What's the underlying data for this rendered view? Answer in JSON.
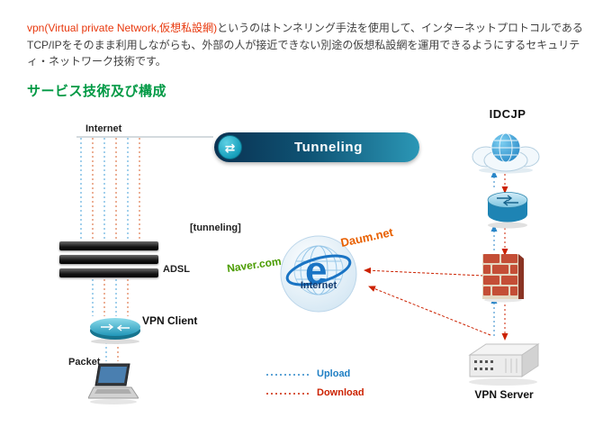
{
  "intro": {
    "highlight": "vpn(Virtual private Network,仮想私設網)",
    "body": "というのはトンネリング手法を使用して、インターネットプロトコルであるTCP/IPをそのまま利用しながらも、外部の人が接近できない別途の仮想私設網を運用できるようにするセキュリティ・ネットワーク技術です。"
  },
  "section": {
    "title": "サービス技術及び構成"
  },
  "diagram": {
    "banner": {
      "label": "Tunneling"
    },
    "icons": {
      "swap_arrows": "⇄"
    },
    "labels": {
      "internet_line": "Internet",
      "tunneling_bracket": "[tunneling]",
      "adsl": "ADSL",
      "vpn_client": "VPN Client",
      "packet": "Packet",
      "idcjp": "IDCJP",
      "vpn_server": "VPN Server",
      "globe": "Internet",
      "naver": "Naver.com",
      "daum": "Daum.net"
    },
    "legend": {
      "upload": "Upload",
      "download": "Download"
    },
    "colors": {
      "highlight_text": "#e8380d",
      "section_title": "#009944",
      "upload_line": "#2a86c8",
      "download_line": "#cc2200",
      "naver_text": "#4a9c00",
      "daum_text": "#e86000"
    }
  }
}
